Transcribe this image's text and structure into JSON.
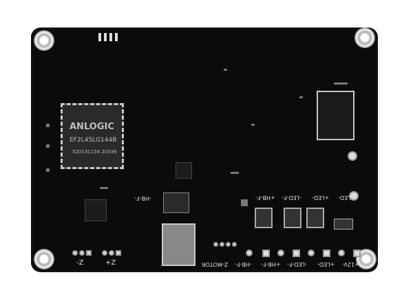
{
  "fpga": {
    "brand": "ANLOGIC",
    "part": "EF2L45LG144B",
    "lot": "520131134 20336"
  },
  "connector_labels_top": [
    "-HB-F-",
    "+HB-F-",
    "-LED-F-",
    "+LED-",
    "-LED-"
  ],
  "connector_labels_bottom": [
    "Z-MOTOR",
    "-HB-F-",
    "+HB-F-",
    "-LED-F-",
    "+LED-",
    "+12V-"
  ],
  "motor_labels": [
    "-Z",
    "+Z"
  ],
  "colors": {
    "board": "#0b0b0c",
    "silkscreen": "#e0e0e0",
    "pads": "#dddddd"
  }
}
